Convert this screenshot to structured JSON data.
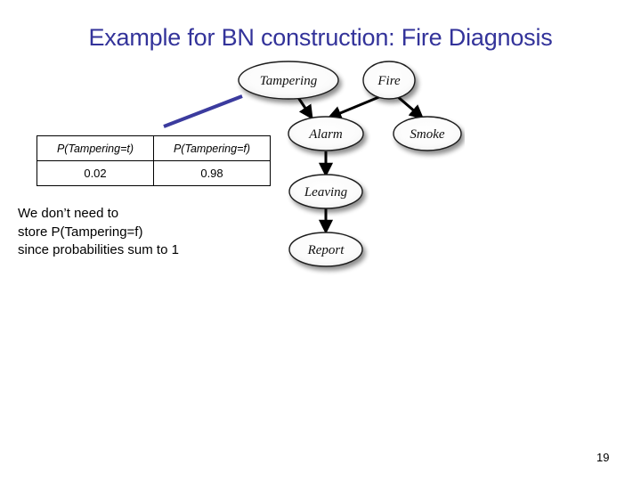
{
  "slide": {
    "title": "Example for BN construction: Fire Diagnosis",
    "title_color": "#33339a",
    "page_number": "19",
    "background": "#ffffff"
  },
  "cpt_table": {
    "headers": [
      "P(Tampering=t)",
      "P(Tampering=f)"
    ],
    "rows": [
      [
        "0.02",
        "0.98"
      ]
    ]
  },
  "note": {
    "line1": "We don’t need to",
    "line2": "store P(Tampering=f)",
    "line3": "since probabilities sum to 1"
  },
  "pointer": {
    "color": "#3b3b9e"
  },
  "diagram": {
    "nodes": [
      {
        "id": "tampering",
        "label": "Tampering"
      },
      {
        "id": "fire",
        "label": "Fire"
      },
      {
        "id": "alarm",
        "label": "Alarm"
      },
      {
        "id": "smoke",
        "label": "Smoke"
      },
      {
        "id": "leaving",
        "label": "Leaving"
      },
      {
        "id": "report",
        "label": "Report"
      }
    ],
    "edges": [
      {
        "from": "tampering",
        "to": "alarm"
      },
      {
        "from": "fire",
        "to": "alarm"
      },
      {
        "from": "fire",
        "to": "smoke"
      },
      {
        "from": "alarm",
        "to": "leaving"
      },
      {
        "from": "leaving",
        "to": "report"
      }
    ]
  }
}
